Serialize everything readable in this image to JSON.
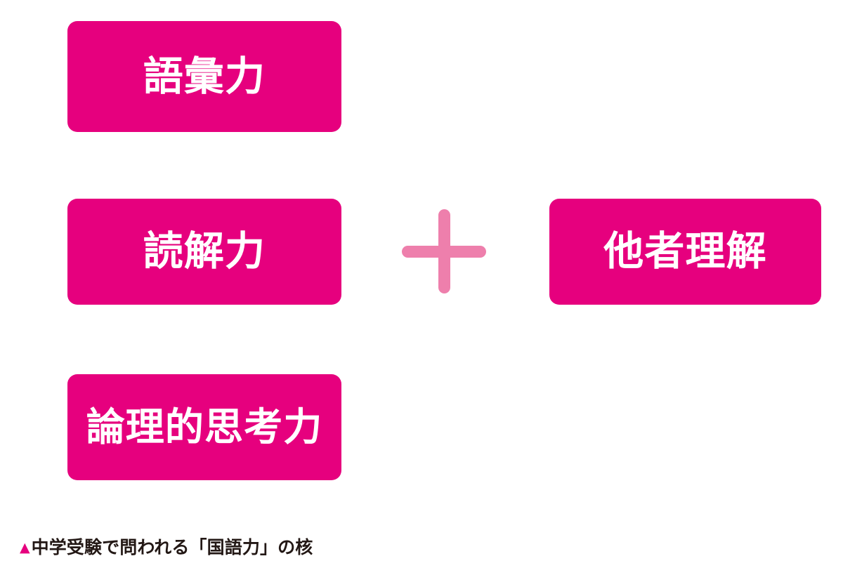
{
  "page": {
    "background_color": "#ffffff",
    "accent_color": "#e6007e",
    "secondary_accent_color": "#ee7fac",
    "caption_text_color": "#231815"
  },
  "diagram": {
    "title": "中学受験で問われる「国語力」の核",
    "left_group": [
      {
        "id": "vocabulary",
        "label": "語彙力"
      },
      {
        "id": "reading",
        "label": "読解力"
      },
      {
        "id": "logic",
        "label": "論理的思考力"
      }
    ],
    "operator": {
      "symbol": "+",
      "name": "plus-operator",
      "color": "#ee7fac"
    },
    "right_group": [
      {
        "id": "empathy",
        "label": "他者理解"
      }
    ]
  },
  "caption": {
    "marker": "▲",
    "marker_name": "triangle-marker-icon",
    "text": "中学受験で問われる「国語力」の核"
  }
}
